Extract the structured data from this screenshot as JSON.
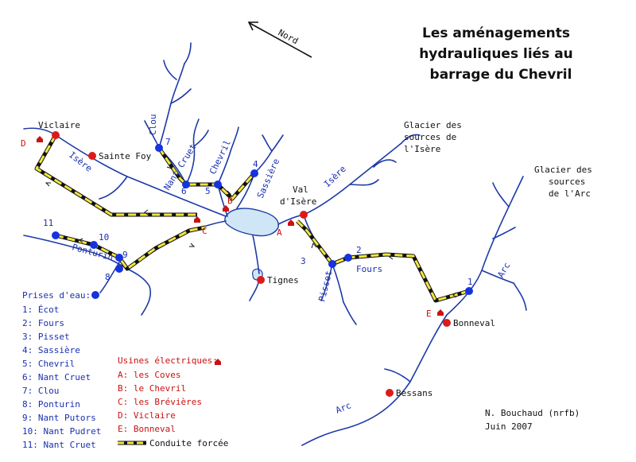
{
  "title": [
    "Les aménagements",
    "hydrauliques liés au",
    "barrage du Chevril"
  ],
  "north_label": "Nord",
  "places": {
    "viclaire": "Viclaire",
    "sainte_foy": "Sainte Foy",
    "val_isere_1": "Val",
    "val_isere_2": "d'Isère",
    "tignes": "Tignes",
    "bonneval": "Bonneval",
    "bessans": "Bessans"
  },
  "glaciers": {
    "isere": [
      "Glacier des",
      "sources de",
      "l'Isère"
    ],
    "arc": [
      "Glacier des",
      "sources",
      "de l'Arc"
    ]
  },
  "rivers": {
    "isere_west": "Isère",
    "isere_east": "Isère",
    "clou": "Clou",
    "nant_cruet": "Nant Cruet",
    "chevril": "Chevril",
    "sassiere": "Sassière",
    "ponturin": "Ponturin",
    "pisset": "Pisset",
    "fours": "Fours",
    "arc_north": "Arc",
    "arc_south": "Arc"
  },
  "intake_numbers": [
    "1",
    "2",
    "3",
    "4",
    "5",
    "6",
    "7",
    "8",
    "9",
    "10",
    "11"
  ],
  "plant_letters": [
    "A",
    "B",
    "C",
    "D",
    "E"
  ],
  "legend": {
    "intakes_title": "Prises d'eau:",
    "intakes": [
      "1: Écot",
      "2: Fours",
      "3: Pisset",
      "4: Sassière",
      "5: Chevril",
      "6: Nant Cruet",
      "7: Clou",
      "8: Ponturin",
      "9: Nant Putors",
      "10: Nant Pudret",
      "11: Nant Cruet"
    ],
    "plants_title": "Usines électriques:",
    "plants": [
      "A: les Coves",
      "B: le Chevril",
      "C: les Brévières",
      "D: Viclaire",
      "E: Bonneval"
    ],
    "conduit": "Conduite forcée"
  },
  "credit": [
    "N. Bouchaud (nrfb)",
    "Juin 2007"
  ],
  "colors": {
    "river": "#1c3aa8",
    "intake": "#1533e0",
    "plant": "#cc1111",
    "town": "#dd1a1a",
    "conduit": "#f2e640",
    "lake": "#cfe6f7"
  }
}
